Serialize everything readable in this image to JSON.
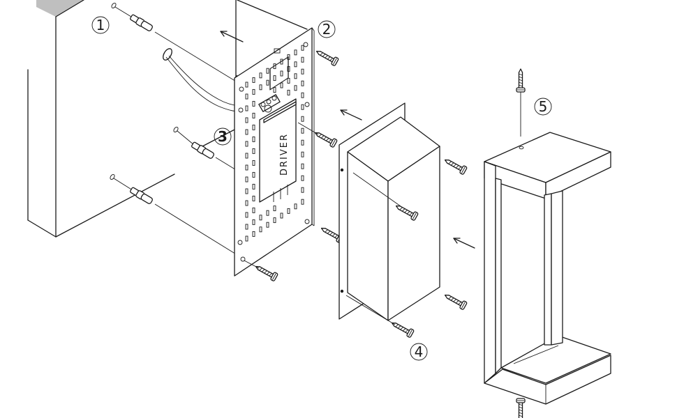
{
  "callouts": [
    {
      "id": "1",
      "label": "1"
    },
    {
      "id": "2",
      "label": "2"
    },
    {
      "id": "3",
      "label": "3"
    },
    {
      "id": "4",
      "label": "4"
    },
    {
      "id": "5",
      "label": "5"
    }
  ],
  "driver_label": "DRIVER",
  "colors": {
    "line": "#1a1a1a",
    "wall_shade": "#bfbfbf",
    "background": "#ffffff"
  }
}
